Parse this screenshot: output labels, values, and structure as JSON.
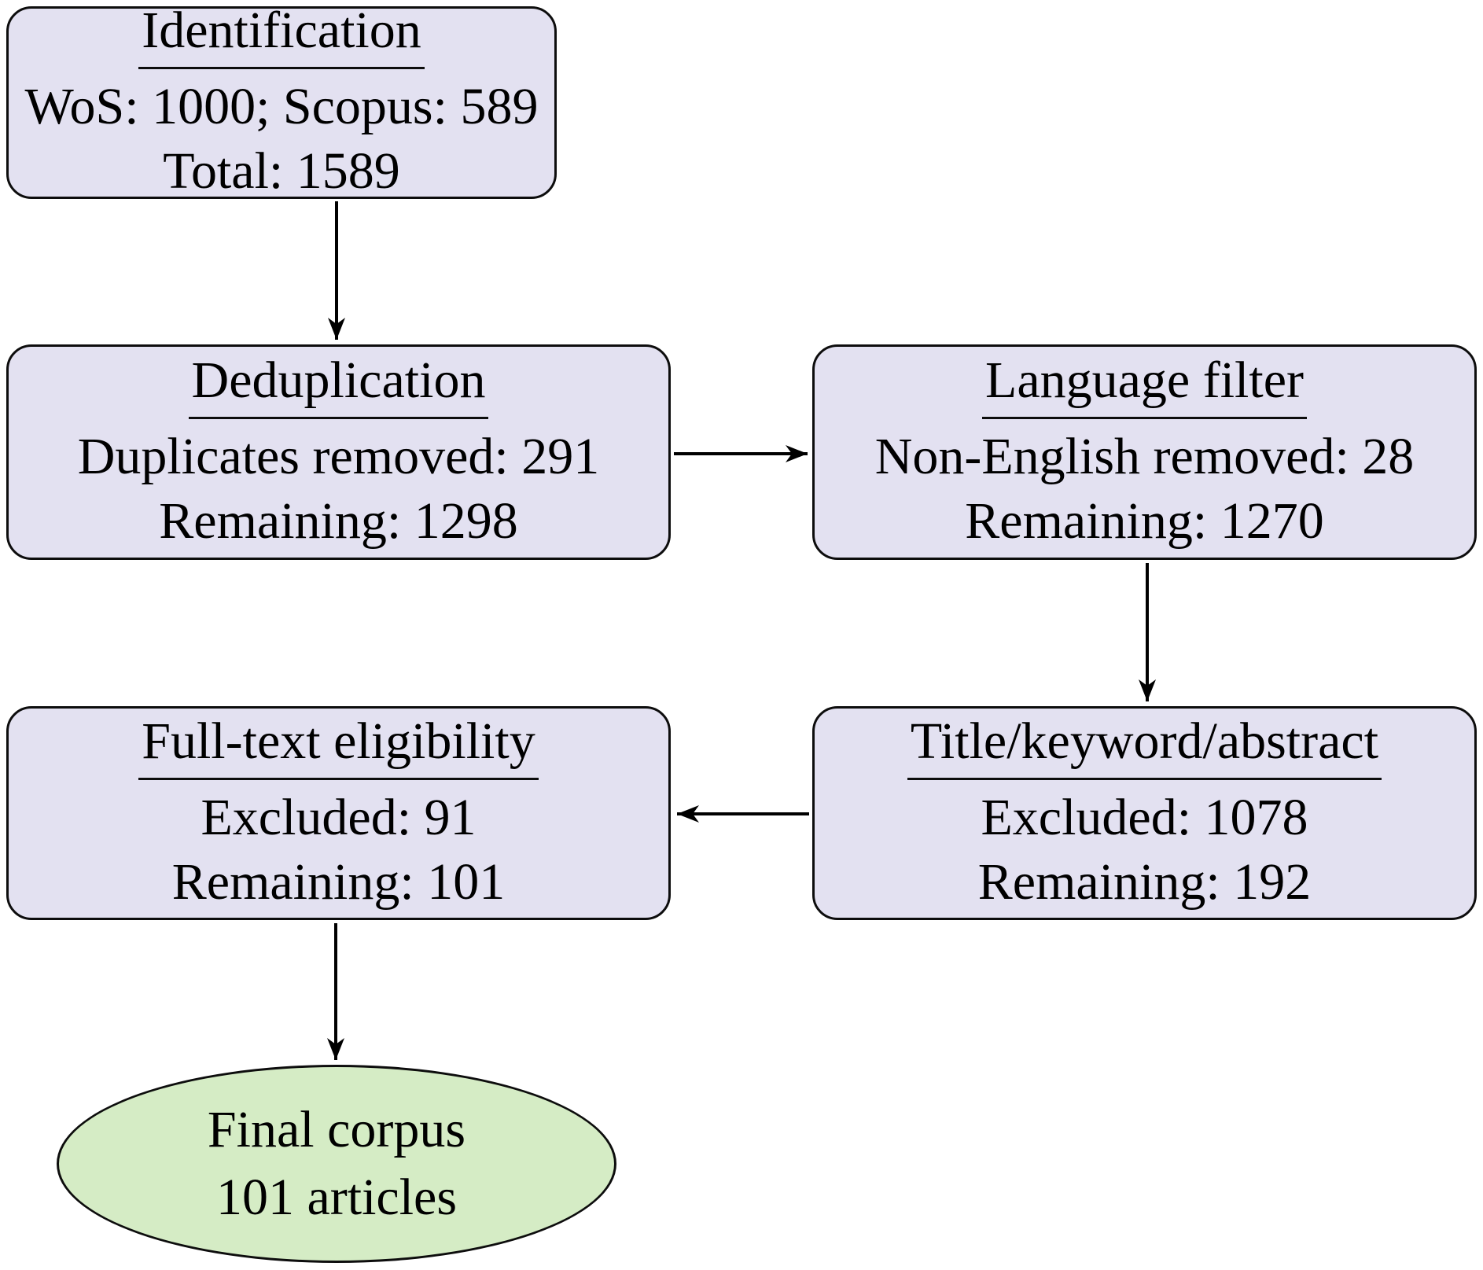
{
  "palette": {
    "background": "#ffffff",
    "stage_box_fill": "#e3e1f1",
    "terminal_fill": "#d5ecc5",
    "border_color": "#0d0d0d",
    "arrow_color": "#000000"
  },
  "nodes": {
    "identification": {
      "title": "Identification",
      "lines": [
        "WoS: 1000; Scopus: 589",
        "Total: 1589"
      ]
    },
    "deduplication": {
      "title": "Deduplication",
      "lines": [
        "Duplicates removed: 291",
        "Remaining: 1298"
      ]
    },
    "language_filter": {
      "title": "Language filter",
      "lines": [
        "Non-English removed: 28",
        "Remaining: 1270"
      ]
    },
    "title_keyword_abstract": {
      "title": "Title/keyword/abstract",
      "lines": [
        "Excluded: 1078",
        "Remaining: 192"
      ]
    },
    "full_text_eligibility": {
      "title": "Full-text eligibility",
      "lines": [
        "Excluded: 91",
        "Remaining: 101"
      ]
    },
    "final_corpus": {
      "lines": [
        "Final corpus",
        "101 articles"
      ]
    }
  },
  "edges": [
    {
      "from": "identification",
      "to": "deduplication"
    },
    {
      "from": "deduplication",
      "to": "language_filter"
    },
    {
      "from": "language_filter",
      "to": "title_keyword_abstract"
    },
    {
      "from": "title_keyword_abstract",
      "to": "full_text_eligibility"
    },
    {
      "from": "full_text_eligibility",
      "to": "final_corpus"
    }
  ]
}
